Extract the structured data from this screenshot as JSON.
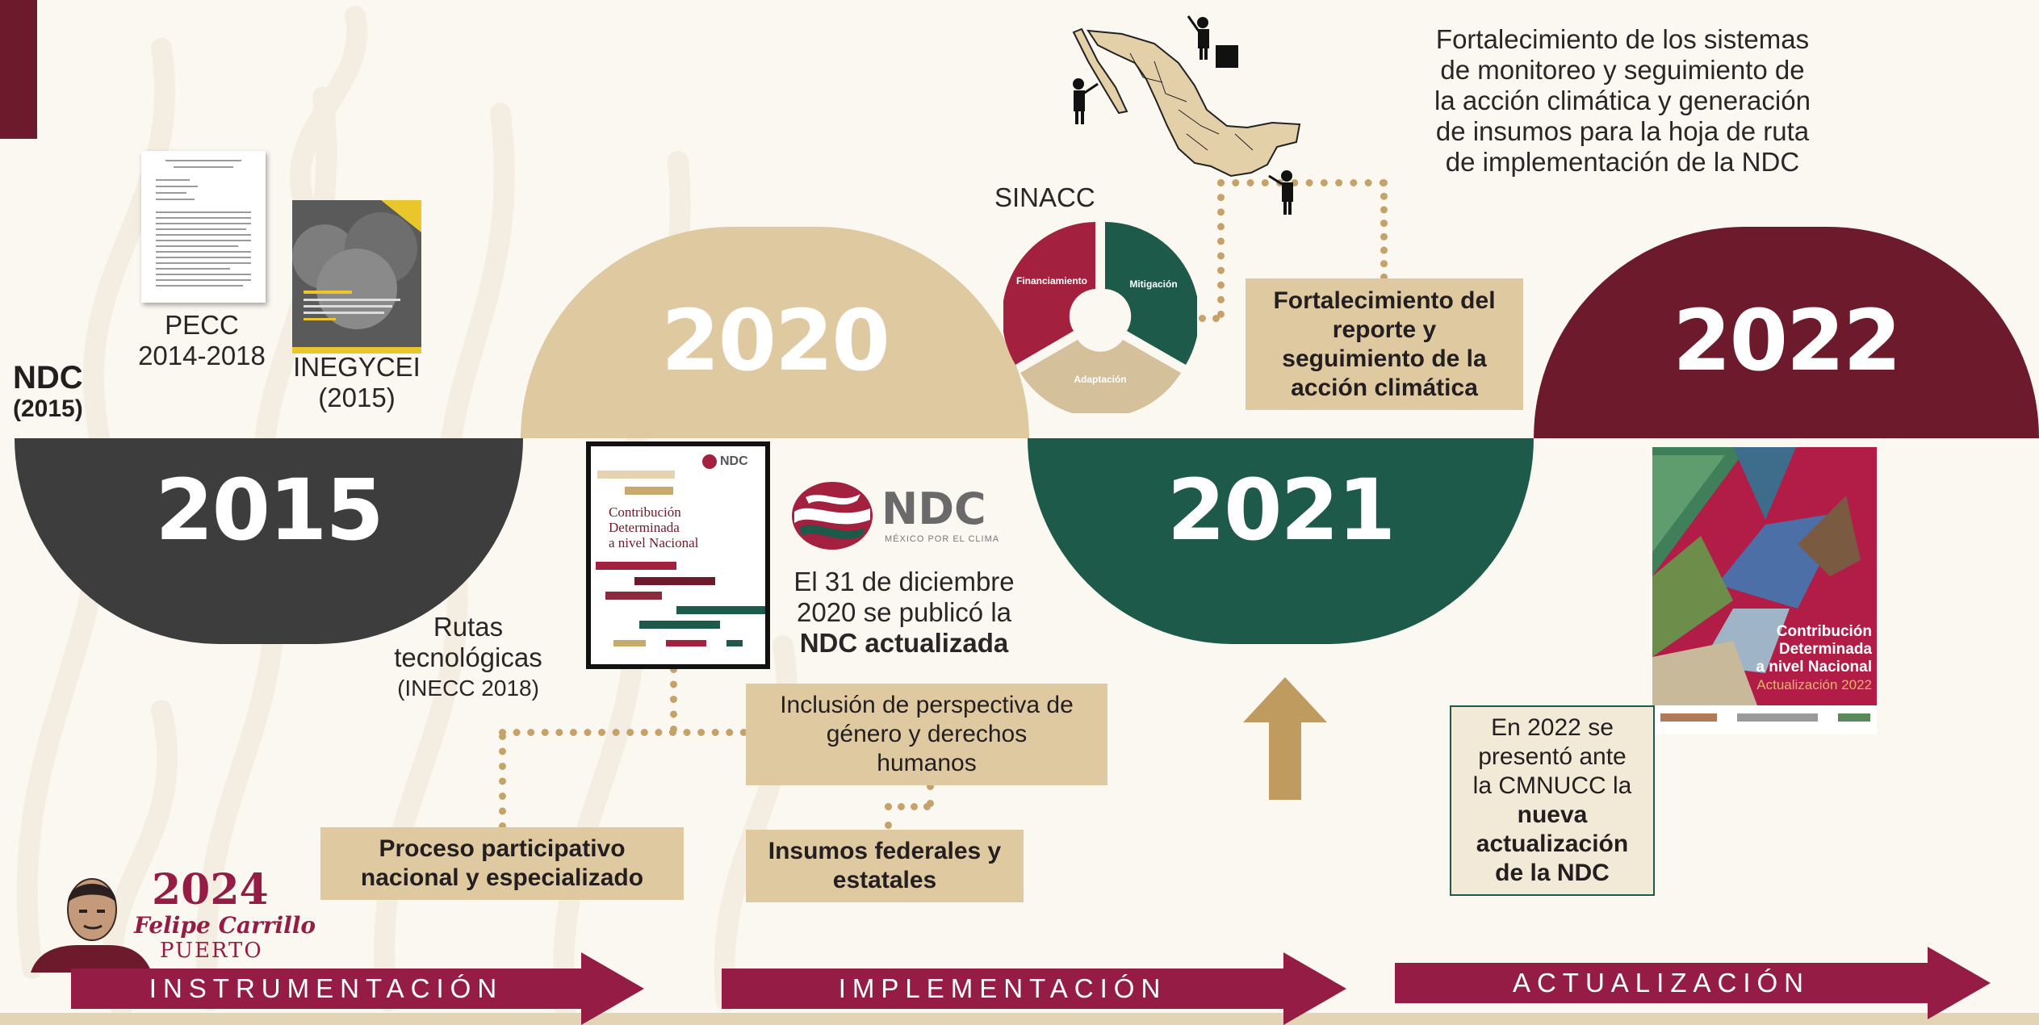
{
  "years": {
    "y2015": "2015",
    "y2020": "2020",
    "y2021": "2021",
    "y2022": "2022"
  },
  "left": {
    "ndc_label": "NDC",
    "ndc_year": "(2015)",
    "pecc_line1": "PECC",
    "pecc_line2": "2014-2018",
    "inegycei_line1": "INEGYCEI",
    "inegycei_line2": "(2015)",
    "rutas_line1": "Rutas",
    "rutas_line2": "tecnológicas",
    "rutas_line3": "(INECC 2018)"
  },
  "doc_cover": {
    "badge": "NDC",
    "title_line1": "Contribución",
    "title_line2": "Determinada",
    "title_line3": "a nivel Nacional"
  },
  "ndc_logo": {
    "text": "NDC",
    "tagline": "MÉXICO POR EL CLIMA"
  },
  "published": {
    "line1": "El 31 de diciembre",
    "line2": "2020 se publicó la",
    "line3": "NDC actualizada"
  },
  "boxes": {
    "inclusion_line1": "Inclusión de perspectiva de",
    "inclusion_line2": "género y derechos",
    "inclusion_line3": "humanos",
    "insumos_line1": "Insumos federales y",
    "insumos_line2": "estatales",
    "proceso_line1": "Proceso participativo",
    "proceso_line2": "nacional y especializado",
    "fortalecimiento_line1": "Fortalecimiento del",
    "fortalecimiento_line2": "reporte y",
    "fortalecimiento_line3": "seguimiento de la",
    "fortalecimiento_line4": "acción climática"
  },
  "sinacc": {
    "title": "SINACC",
    "segments": [
      {
        "label": "Financiamiento",
        "color": "#a3203f"
      },
      {
        "label": "Mitigación",
        "color": "#1e5a4a"
      },
      {
        "label": "Adaptación",
        "color": "#d4c09a"
      }
    ]
  },
  "top_right": {
    "line1": "Fortalecimiento de los sistemas",
    "line2": "de monitoreo y seguimiento de",
    "line3": "la acción climática y generación",
    "line4": "de insumos para la hoja de ruta",
    "line5": "de implementación de la NDC"
  },
  "cover_2022": {
    "title_line1": "Contribución",
    "title_line2": "Determinada",
    "title_line3": "a nivel Nacional",
    "subtitle": "Actualización 2022"
  },
  "presented": {
    "line1": "En 2022 se",
    "line2": "presentó ante",
    "line3": "la CMNUCC la",
    "line4": "nueva",
    "line5": "actualización",
    "line6": "de la NDC"
  },
  "logo2024": {
    "year": "2024",
    "name_line1": "Felipe Carrillo",
    "name_line2": "PUERTO"
  },
  "phases": {
    "instrumentacion": "INSTRUMENTACIÓN",
    "implementacion": "IMPLEMENTACIÓN",
    "actualizacion": "ACTUALIZACIÓN"
  },
  "colors": {
    "maroon": "#6d1a2c",
    "crimson": "#951d45",
    "green": "#1e5a4a",
    "beige": "#dfc9a0",
    "dark": "#3a3a3a",
    "gold": "#c19a5f"
  }
}
